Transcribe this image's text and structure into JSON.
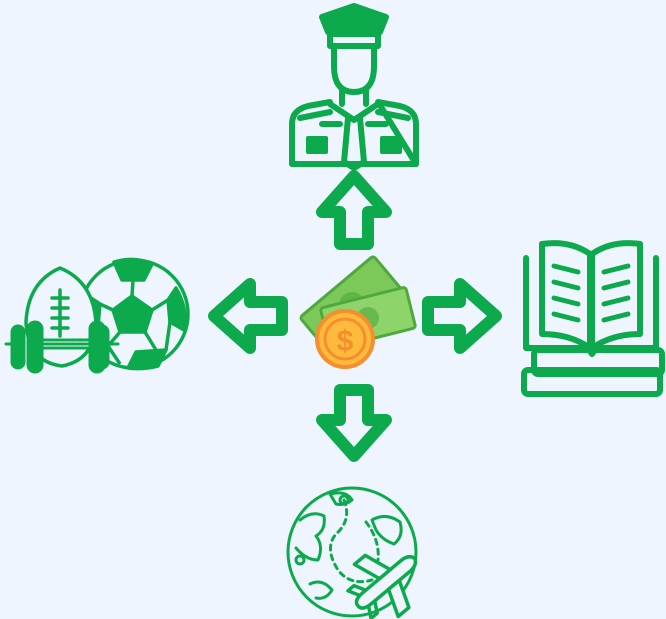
{
  "diagram": {
    "center": {
      "icon": "money-icon",
      "symbol": "$"
    },
    "branches": [
      {
        "direction": "up",
        "icon": "soldier-icon"
      },
      {
        "direction": "right",
        "icon": "book-icon"
      },
      {
        "direction": "down",
        "icon": "globe-travel-icon"
      },
      {
        "direction": "left",
        "icon": "sports-icon"
      }
    ]
  },
  "colors": {
    "background": "#EEF5FE",
    "icon_green": "#0DAA4D",
    "money_green": "#7CC95A",
    "money_dark": "#4FA83C",
    "coin_fill": "#FDBA3B",
    "coin_edge": "#F58E2E"
  }
}
